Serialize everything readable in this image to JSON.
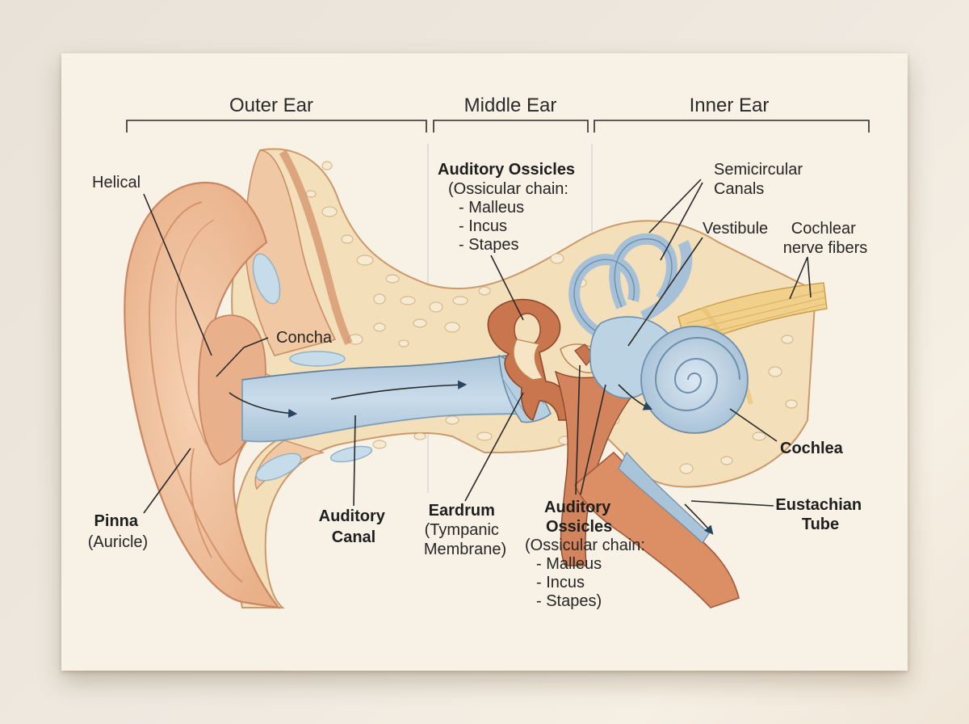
{
  "sections": {
    "outer": "Outer Ear",
    "middle": "Middle Ear",
    "inner": "Inner Ear"
  },
  "labels": {
    "helical": "Helical",
    "concha": "Concha",
    "pinna": [
      "Pinna",
      "(Auricle)"
    ],
    "auditory_canal": [
      "Auditory",
      "Canal"
    ],
    "ossicles_top": [
      "Auditory Ossicles",
      "(Ossicular chain:",
      "- Malleus",
      "- Incus",
      "- Stapes"
    ],
    "eardrum": [
      "Eardrum",
      "(Tympanic",
      "Membrane)"
    ],
    "ossicles_bottom": [
      "Auditory",
      "Ossicles",
      "(Ossicular chain:",
      "- Malleus",
      "- Incus",
      "- Stapes)"
    ],
    "semicircular": [
      "Semicircular",
      "Canals"
    ],
    "vestibule": "Vestibule",
    "cochlear_nerve": [
      "Cochlear",
      "nerve fibers"
    ],
    "cochlea": "Cochlea",
    "eustachian": [
      "Eustachian",
      "Tube"
    ]
  },
  "colors": {
    "skin": "#f1c6a2",
    "skin_dark": "#d99a72",
    "bone": "#f3dfb9",
    "fluid": "#bcd3e4",
    "ossicle": "#c9754e",
    "nerve": "#f0d08a",
    "board": "#f8f1e5"
  }
}
